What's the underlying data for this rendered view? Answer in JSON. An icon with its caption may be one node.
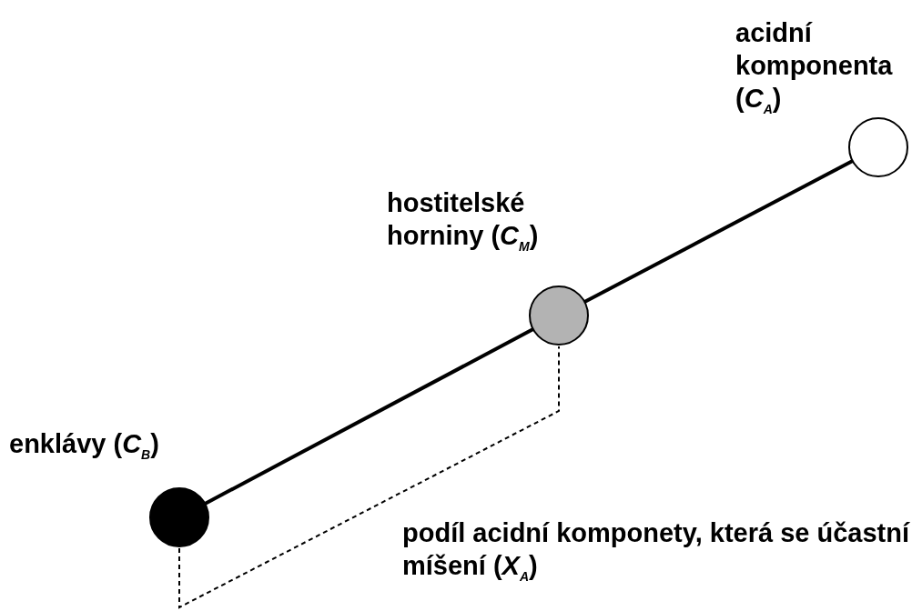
{
  "diagram": {
    "nodes": [
      {
        "text": [],
        "shape": "circle",
        "beside": [
          "enklávy (*C*$_{B}$)"
        ]
      },
      {
        "text": [],
        "shape": "circle",
        "beside": [
          "hostitelské horniny (*C*$_{M}$)"
        ]
      },
      {
        "text": [],
        "shape": "circle",
        "beside": [
          "acidní komponenta (*C*$_{A}$)"
        ]
      }
    ],
    "edges": [
      {
        "from": 0,
        "to": 1,
        "arrow": "none"
      },
      {
        "from": 1,
        "to": 2,
        "arrow": "none"
      }
    ],
    "labels": [
      "podíl acidní komponety, která se účastní míšení (*X*$_{A}$)"
    ]
  }
}
